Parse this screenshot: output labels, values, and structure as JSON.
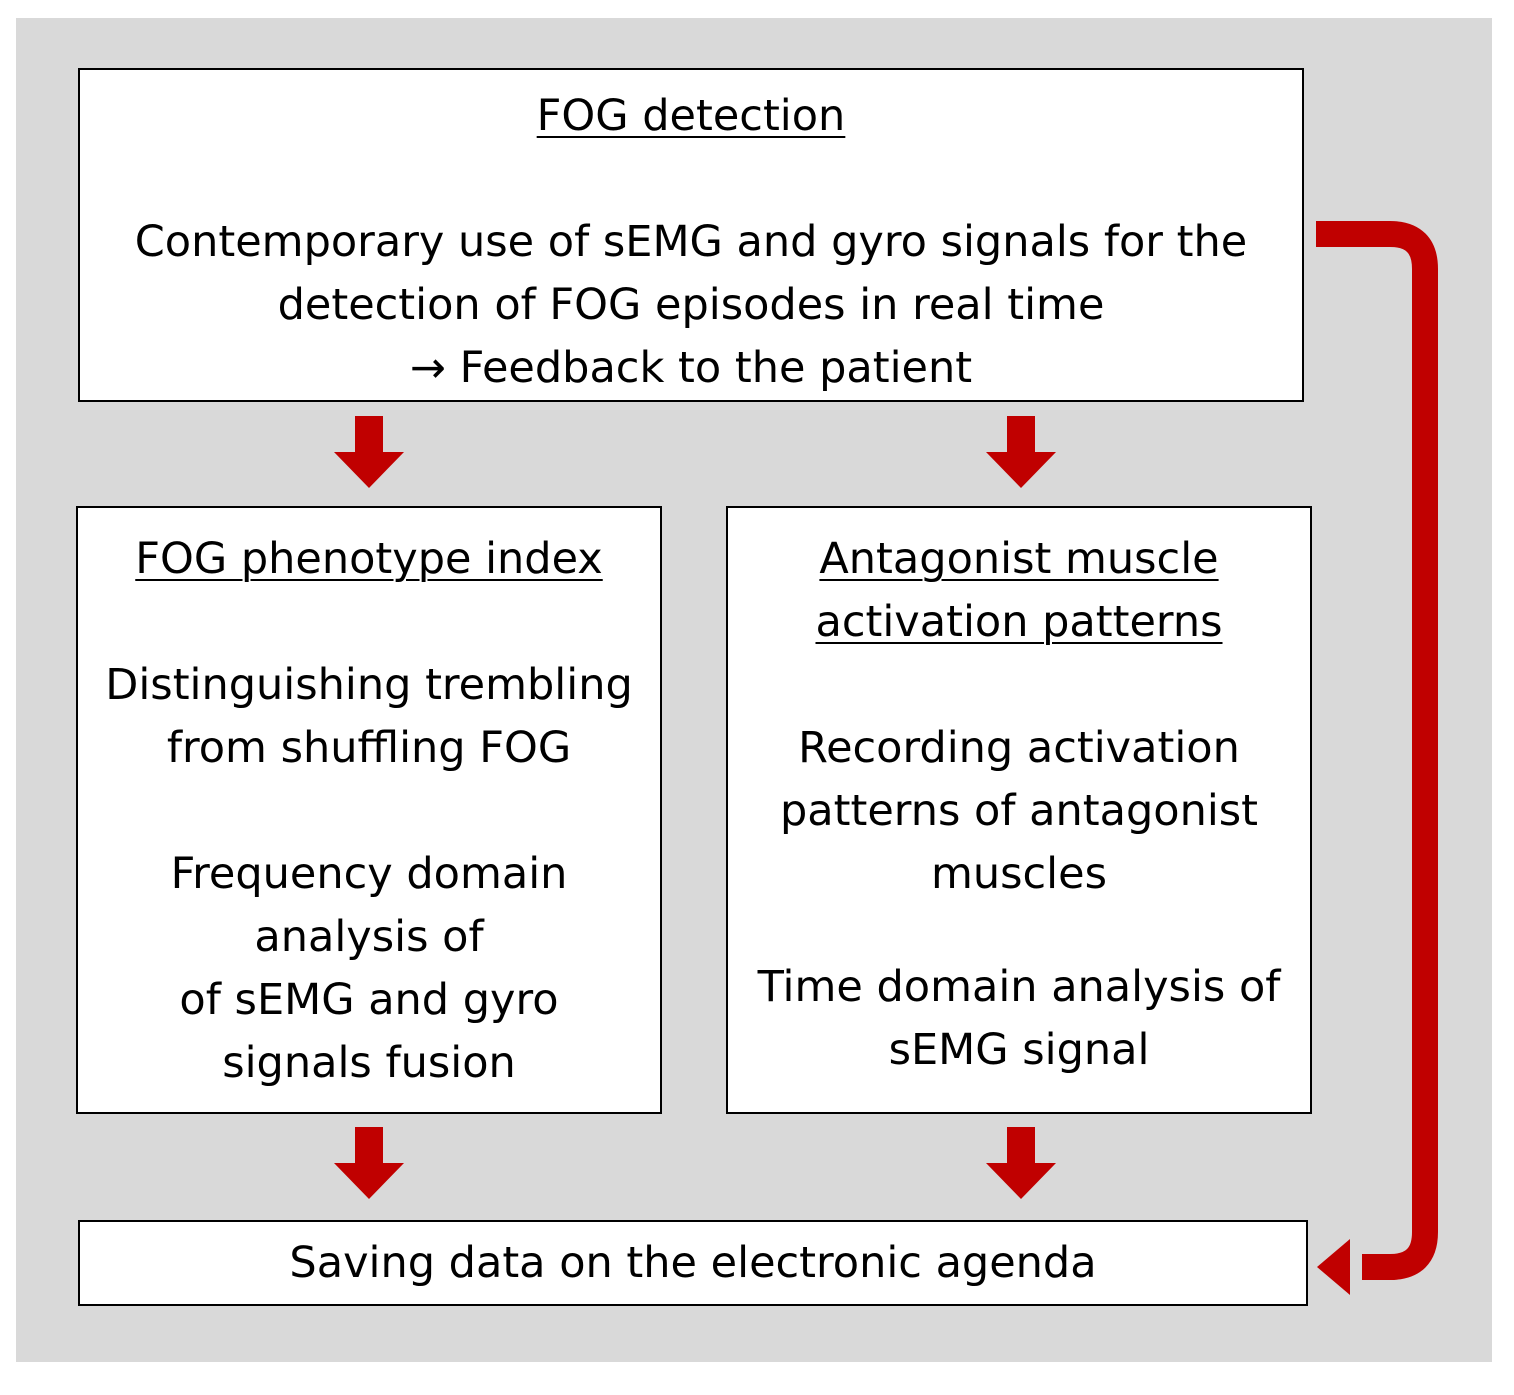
{
  "colors": {
    "background": "#d9d9d9",
    "box_fill": "#ffffff",
    "box_border": "#000000",
    "arrow": "#c00000"
  },
  "detection": {
    "title": "FOG detection",
    "line1": "Contemporary use of sEMG and gyro signals for the",
    "line2": "detection of  FOG episodes in real time",
    "line3": "→ Feedback to the patient"
  },
  "phenotype": {
    "title": "FOG phenotype index",
    "para1_line1": "Distinguishing trembling",
    "para1_line2": "from shuffling FOG",
    "para2_line1": "Frequency domain",
    "para2_line2": "analysis of",
    "para2_line3": "of sEMG and  gyro",
    "para2_line4": "signals fusion"
  },
  "antagonist": {
    "title_line1": "Antagonist muscle",
    "title_line2": "activation patterns",
    "para1_line1": "Recording activation",
    "para1_line2": "patterns of antagonist",
    "para1_line3": "muscles",
    "para2_line1": "Time domain analysis of",
    "para2_line2": "sEMG signal"
  },
  "saving": {
    "label": "Saving data on the electronic agenda"
  },
  "arrows": {
    "icon": "down-arrow-icon",
    "loop_icon": "return-arrow-icon"
  }
}
